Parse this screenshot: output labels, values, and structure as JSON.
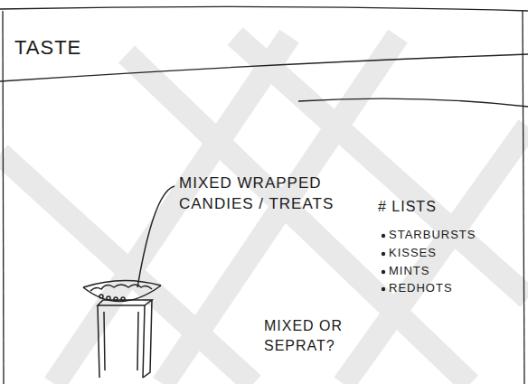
{
  "diagram": {
    "title": "TASTE",
    "labels": [
      "MIXED WRAPPED CANDIES / TREATS",
      "# LISTS",
      "STARBURSTS",
      "KISSES",
      "MINTS",
      "REDHOTS",
      "MIXED OR SEPRAT?"
    ]
  }
}
